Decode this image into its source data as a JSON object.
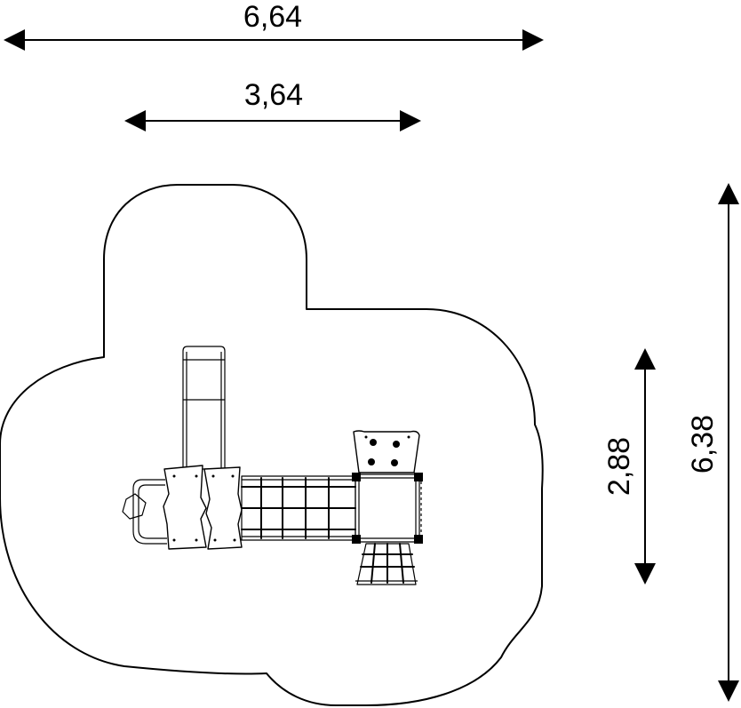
{
  "dimensions": {
    "overall_width": "6,64",
    "inner_width": "3,64",
    "overall_depth": "6,38",
    "inner_depth": "2,88"
  },
  "colors": {
    "line": "#000000",
    "background": "#ffffff"
  }
}
